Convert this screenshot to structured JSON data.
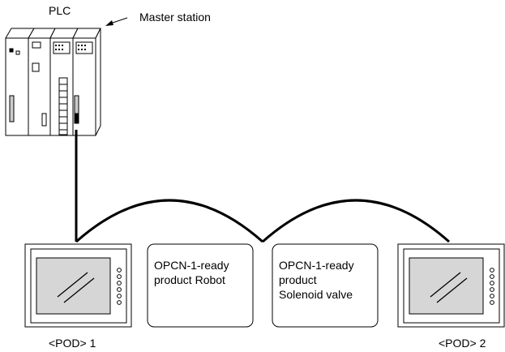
{
  "labels": {
    "plc": "PLC",
    "master_station": "Master station",
    "pod1": "<POD> 1",
    "pod2": "<POD> 2"
  },
  "devices": {
    "robot": [
      "OPCN-1-ready",
      "product Robot"
    ],
    "valve": [
      "OPCN-1-ready",
      "product",
      "Solenoid valve"
    ]
  },
  "colors": {
    "line": "#000000",
    "screen": "#d6d6d6",
    "plc_body": "#ffffff"
  }
}
